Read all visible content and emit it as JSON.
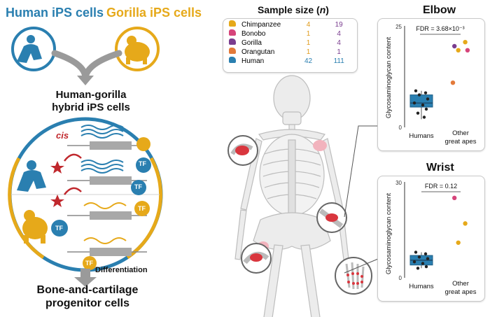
{
  "left": {
    "human_ips_label": "Human iPS cells",
    "gorilla_ips_label": "Gorilla iPS cells",
    "hybrid_label_line1": "Human-gorilla",
    "hybrid_label_line2": "hybrid iPS cells",
    "cis_label": "cis",
    "tf_label": "TF",
    "differentiation_label": "Differentiation",
    "output_label_line1": "Bone-and-cartilage",
    "output_label_line2": "progenitor cells"
  },
  "sample_size": {
    "title_prefix": "Sample size (",
    "title_var": "n",
    "title_suffix": ")",
    "rows": [
      {
        "species": "Chimpanzee",
        "a": "4",
        "b": "19",
        "icon_color": "#e6a91a"
      },
      {
        "species": "Bonobo",
        "a": "1",
        "b": "4",
        "icon_color": "#d6447a"
      },
      {
        "species": "Gorilla",
        "a": "1",
        "b": "4",
        "icon_color": "#7a3d8f"
      },
      {
        "species": "Orangutan",
        "a": "1",
        "b": "1",
        "icon_color": "#e37a3a"
      },
      {
        "species": "Human",
        "a": "42",
        "b": "111",
        "icon_color": "#2a7fb0"
      }
    ]
  },
  "elbow": {
    "title": "Elbow",
    "fdr": "FDR = 3.68×10⁻³",
    "ylabel": "Glycosaminoglycan content",
    "ytick_top": "25",
    "ytick_bottom": "0",
    "x1": "Humans",
    "x2_line1": "Other",
    "x2_line2": "great apes"
  },
  "wrist": {
    "title": "Wrist",
    "fdr": "FDR = 0.12",
    "ylabel": "Glycosaminoglycan content",
    "ytick_top": "30",
    "ytick_bottom": "0",
    "x1": "Humans",
    "x2_line1": "Other",
    "x2_line2": "great apes"
  },
  "chart_data": [
    {
      "type": "scatter",
      "title": "Elbow",
      "ylabel": "Glycosaminoglycan content",
      "ylim": [
        0,
        25
      ],
      "categories": [
        "Humans",
        "Other great apes"
      ],
      "annotation": "FDR = 3.68×10⁻³",
      "box": {
        "category": "Humans",
        "q1": 5,
        "median": 6,
        "q3": 8,
        "whisker_low": 2,
        "whisker_high": 9
      },
      "points": [
        {
          "category": "Humans",
          "y": 9,
          "color": "#222"
        },
        {
          "category": "Humans",
          "y": 8.5,
          "color": "#222"
        },
        {
          "category": "Humans",
          "y": 8,
          "color": "#222"
        },
        {
          "category": "Humans",
          "y": 7,
          "color": "#222"
        },
        {
          "category": "Humans",
          "y": 6,
          "color": "#222"
        },
        {
          "category": "Humans",
          "y": 5.5,
          "color": "#222"
        },
        {
          "category": "Humans",
          "y": 4.5,
          "color": "#222"
        },
        {
          "category": "Humans",
          "y": 3.5,
          "color": "#222"
        },
        {
          "category": "Humans",
          "y": 2.5,
          "color": "#222"
        },
        {
          "category": "Other great apes",
          "y": 20,
          "color": "#7a3d8f"
        },
        {
          "category": "Other great apes",
          "y": 21,
          "color": "#e6a91a"
        },
        {
          "category": "Other great apes",
          "y": 19,
          "color": "#e6a91a"
        },
        {
          "category": "Other great apes",
          "y": 19,
          "color": "#d6447a"
        },
        {
          "category": "Other great apes",
          "y": 11,
          "color": "#e37a3a"
        }
      ]
    },
    {
      "type": "scatter",
      "title": "Wrist",
      "ylabel": "Glycosaminoglycan content",
      "ylim": [
        0,
        30
      ],
      "categories": [
        "Humans",
        "Other great apes"
      ],
      "annotation": "FDR = 0.12",
      "box": {
        "category": "Humans",
        "q1": 4,
        "median": 5.5,
        "q3": 7,
        "whisker_low": 3,
        "whisker_high": 8
      },
      "points": [
        {
          "category": "Humans",
          "y": 8,
          "color": "#222"
        },
        {
          "category": "Humans",
          "y": 7.5,
          "color": "#222"
        },
        {
          "category": "Humans",
          "y": 6.5,
          "color": "#222"
        },
        {
          "category": "Humans",
          "y": 6,
          "color": "#222"
        },
        {
          "category": "Humans",
          "y": 5,
          "color": "#222"
        },
        {
          "category": "Humans",
          "y": 4.5,
          "color": "#222"
        },
        {
          "category": "Humans",
          "y": 3.5,
          "color": "#222"
        },
        {
          "category": "Humans",
          "y": 3,
          "color": "#222"
        },
        {
          "category": "Other great apes",
          "y": 25,
          "color": "#d6447a"
        },
        {
          "category": "Other great apes",
          "y": 17,
          "color": "#e6a91a"
        },
        {
          "category": "Other great apes",
          "y": 11,
          "color": "#e6a91a"
        }
      ]
    }
  ]
}
